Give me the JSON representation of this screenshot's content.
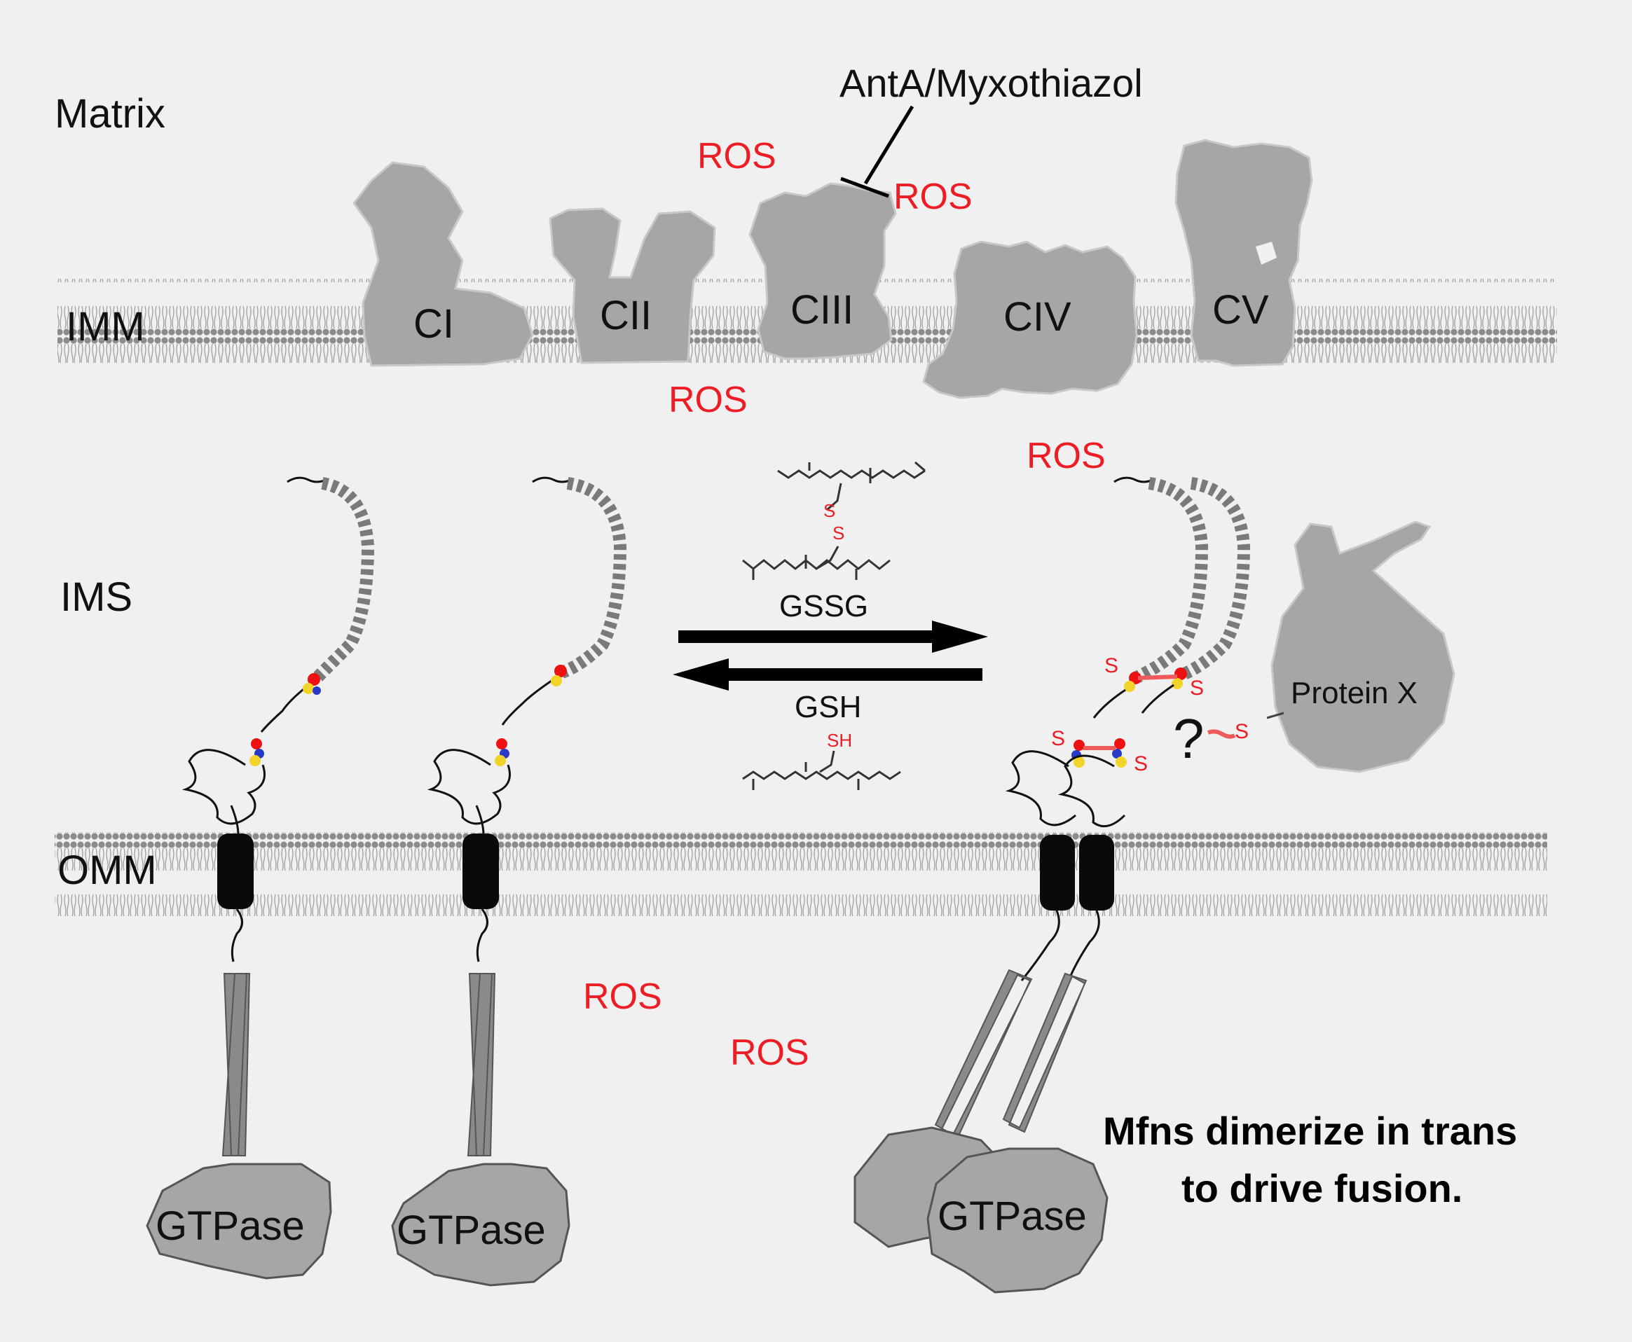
{
  "labels": {
    "matrix": "Matrix",
    "imm": "IMM",
    "ims": "IMS",
    "omm": "OMM",
    "inhibitor": "AntA/Myxothiazol",
    "gssg": "GSSG",
    "gsh": "GSH",
    "protein_x": "Protein X",
    "question": "?",
    "caption_line1": "Mfns dimerize in trans",
    "caption_line2": "to drive fusion."
  },
  "complexes": [
    "CI",
    "CII",
    "CIII",
    "CIV",
    "CV"
  ],
  "ros": [
    "ROS",
    "ROS",
    "ROS",
    "ROS",
    "ROS",
    "ROS"
  ],
  "gtpase": [
    "GTPase",
    "GTPase",
    "GTPase"
  ],
  "sulfur": {
    "s": "S",
    "sh": "SH"
  },
  "colors": {
    "background": "#f0f0f0",
    "protein_gray": "#a6a6a6",
    "membrane_gray": "#8c8c8c",
    "ros_red": "#ee1c24",
    "disulfide_red": "#f05a5a",
    "tm_black": "#0a0a0a"
  }
}
